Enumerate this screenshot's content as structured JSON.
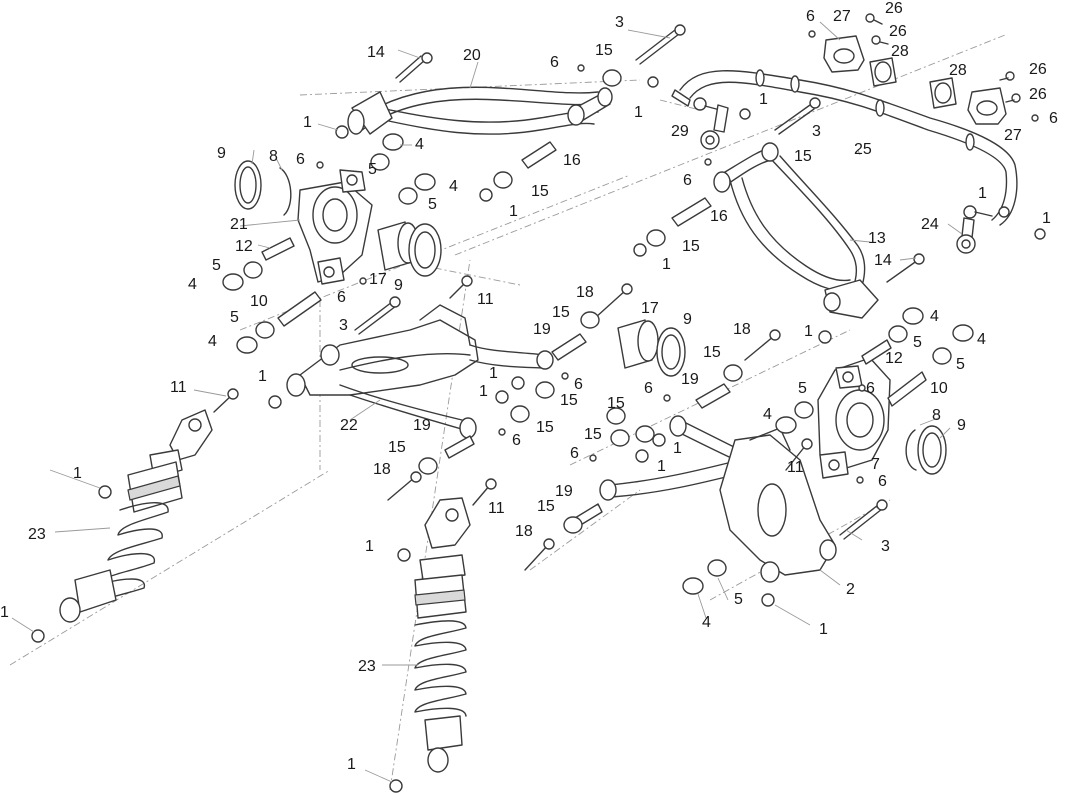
{
  "diagram": {
    "type": "exploded-parts-view",
    "line_color": "#3a3a3a",
    "background": "#ffffff",
    "callouts": [
      "1",
      "2",
      "3",
      "4",
      "5",
      "6",
      "7",
      "8",
      "9",
      "10",
      "11",
      "12",
      "13",
      "14",
      "15",
      "16",
      "17",
      "18",
      "19",
      "20",
      "21",
      "22",
      "23",
      "24",
      "25",
      "26",
      "27",
      "28",
      "29"
    ]
  }
}
